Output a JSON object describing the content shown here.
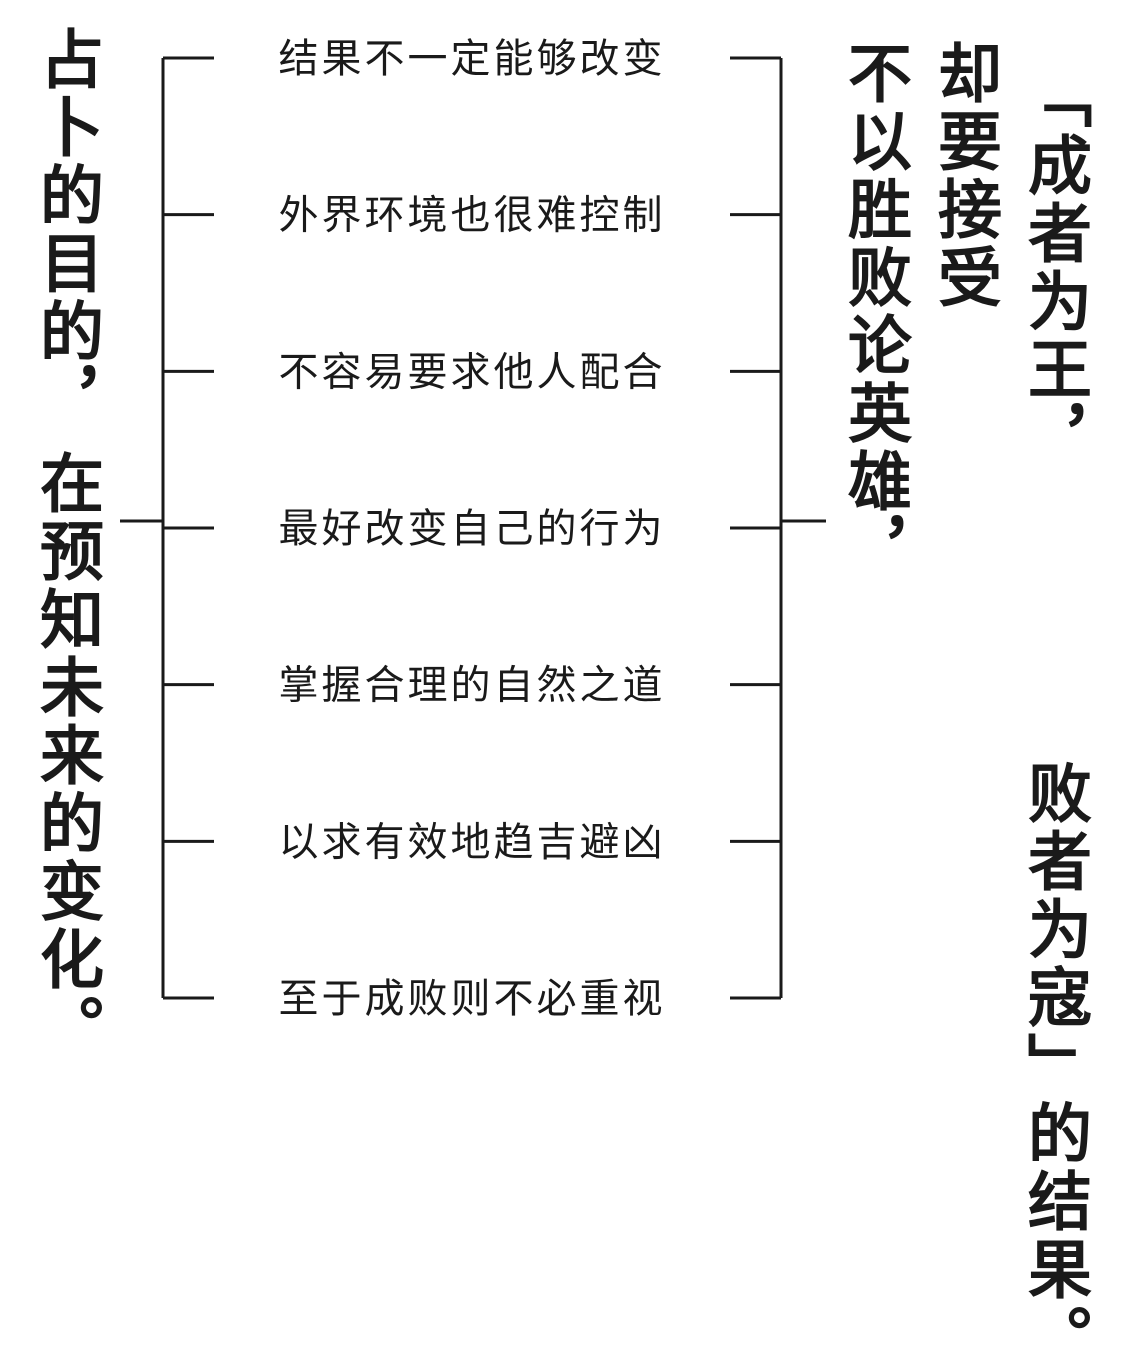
{
  "left_text": [
    "占卜的目的，",
    "在预知未来的变化。"
  ],
  "branches": [
    "结果不一定能够改变",
    "外界环境也很难控制",
    "不容易要求他人配合",
    "最好改变自己的行为",
    "掌握合理的自然之道",
    "以求有效地趋吉避凶",
    "至于成败则不必重视"
  ],
  "right_text": [
    "不以胜败论英雄，",
    "却要接受",
    "「成者为王，",
    "败者为寇」的结果。"
  ],
  "colors": {
    "text": "#1a1a1a",
    "line": "#1a1a1a",
    "background": "#ffffff"
  }
}
